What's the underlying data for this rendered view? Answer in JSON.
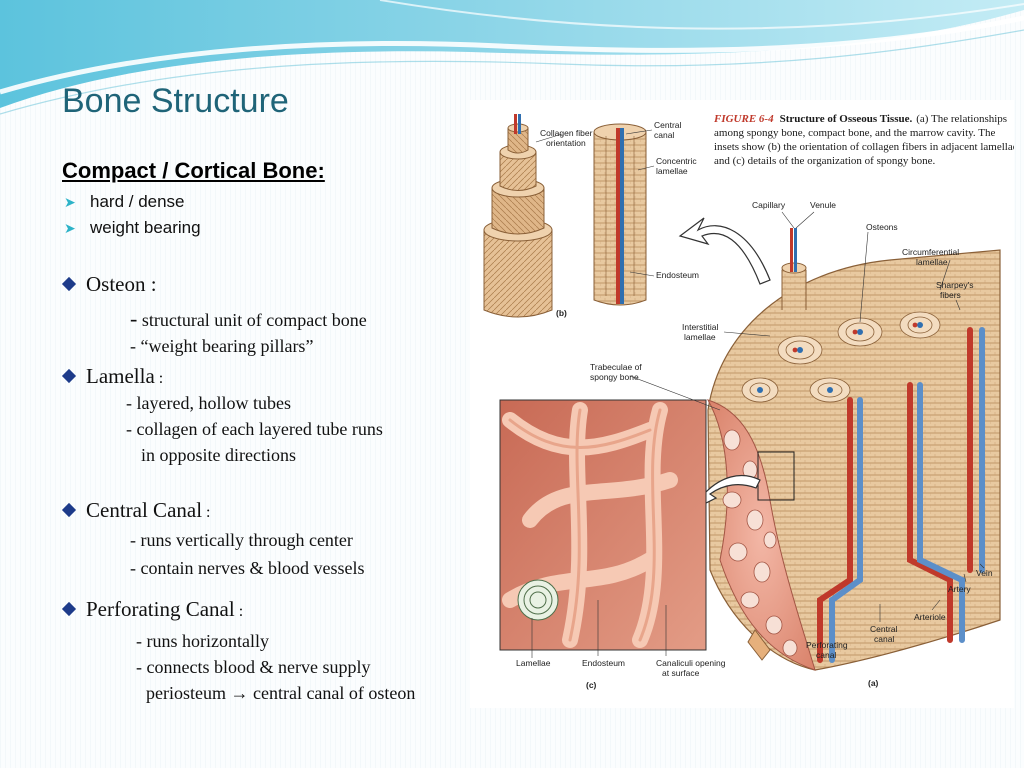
{
  "slide": {
    "title": "Bone Structure",
    "subheading": "Compact / Cortical Bone:",
    "bullets": [
      "hard / dense",
      "weight bearing"
    ],
    "sections": [
      {
        "label": "Osteon",
        "sep": " :",
        "lines": [
          "structural unit of compact bone",
          "- “weight bearing pillars”"
        ]
      },
      {
        "label": "Lamella",
        "sep": " :",
        "lines": [
          "- layered, hollow tubes",
          "- collagen of each layered tube runs",
          "in opposite directions"
        ]
      },
      {
        "label": "Central Canal",
        "sep": " :",
        "lines": [
          "- runs vertically through center",
          "- contain nerves & blood vessels"
        ]
      },
      {
        "label": "Perforating Canal",
        "sep": " :",
        "lines": [
          "- runs horizontally",
          "- connects blood & nerve supply",
          "periosteum → central canal of osteon"
        ]
      }
    ]
  },
  "figure": {
    "caption_lead": "FIGURE 6-4",
    "caption_title": "Structure of Osseous Tissue.",
    "caption_line1": "(a) The relationships",
    "caption_line2": "among spongy bone, compact bone, and the marrow cavity. The",
    "caption_line3": "insets show (b) the orientation of collagen fibers in adjacent lamellae",
    "caption_line4": "and (c) details of the organization of spongy bone.",
    "panel_b": "(b)",
    "panel_c": "(c)",
    "panel_a": "(a)",
    "labels": {
      "collagen1": "Collagen fiber",
      "collagen2": "orientation",
      "central1": "Central",
      "central2": "canal",
      "concentric1": "Concentric",
      "concentric2": "lamellae",
      "endosteum_b": "Endosteum",
      "capillary": "Capillary",
      "venule": "Venule",
      "osteons": "Osteons",
      "circum1": "Circumferential",
      "circum2": "lamellae",
      "sharpey1": "Sharpey's",
      "sharpey2": "fibers",
      "interstitial1": "Interstitial",
      "interstitial2": "lamellae",
      "trab1": "Trabeculae of",
      "trab2": "spongy bone",
      "lamellae_c": "Lamellae",
      "endosteum_c": "Endosteum",
      "canaliculi1": "Canaliculi opening",
      "canaliculi2": "at surface",
      "perf1": "Perforating",
      "perf2": "canal",
      "central_a1": "Central",
      "central_a2": "canal",
      "arteriole": "Arteriole",
      "artery": "Artery",
      "vein": "Vein"
    }
  }
}
